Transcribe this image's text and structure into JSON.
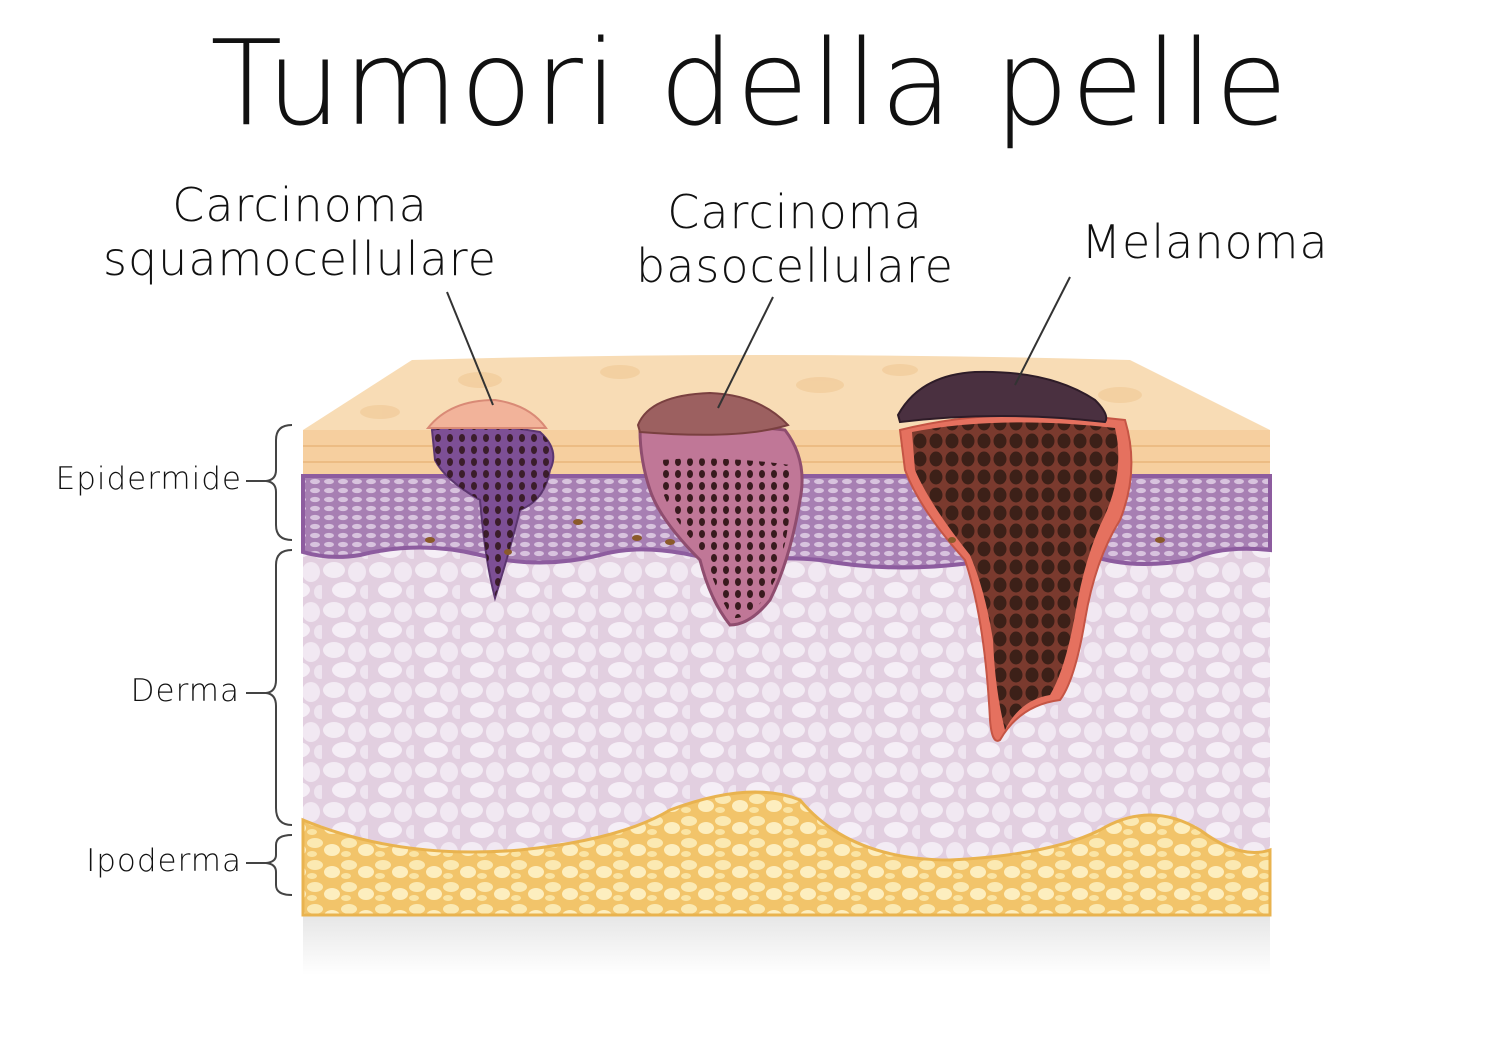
{
  "title": "Tumori della pelle",
  "tumors": {
    "squamous": {
      "line1": "Carcinoma",
      "line2": "squamocellulare"
    },
    "basal": {
      "line1": "Carcinoma",
      "line2": "basocellulare"
    },
    "melanoma": {
      "line1": "Melanoma"
    }
  },
  "layers": {
    "epidermis": "Epidermide",
    "dermis": "Derma",
    "hypodermis": "Ipoderma"
  },
  "colors": {
    "surface": "#f6cf9f",
    "epidermis": "#a57cb0",
    "dermis": "#eadcea",
    "hypodermis": "#f7d98a",
    "melanoma": "#5a2c24",
    "basal": "#b5658a",
    "squamous": "#7d4f95"
  }
}
